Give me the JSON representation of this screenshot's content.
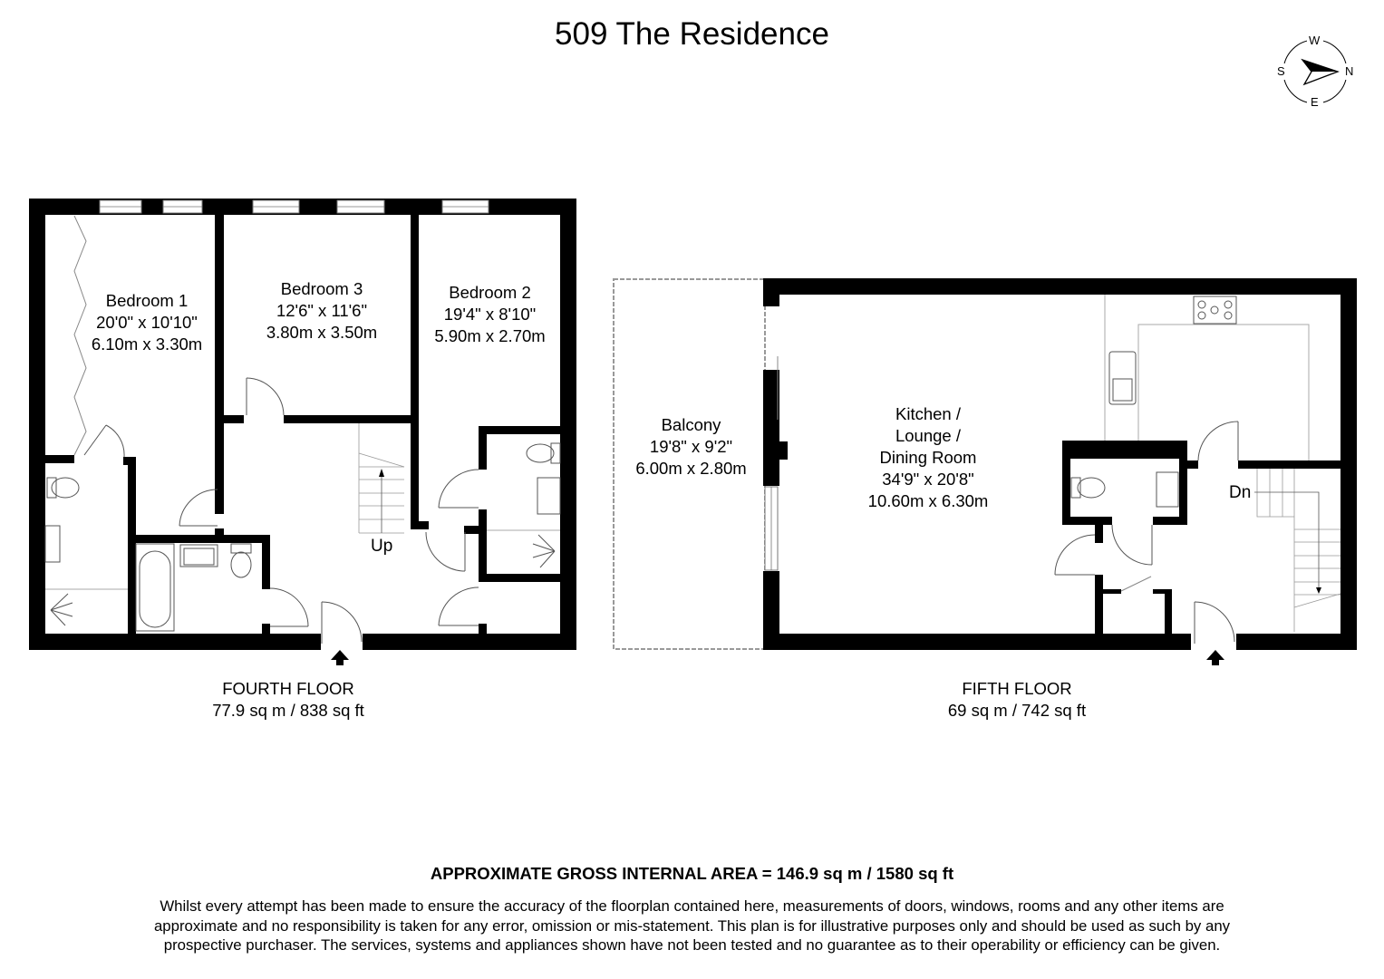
{
  "title": "509 The Residence",
  "compass": {
    "icon": "compass-icon",
    "labels": {
      "north": "N",
      "south": "S",
      "east": "E",
      "west": "W"
    }
  },
  "floors": [
    {
      "id": "fourth",
      "name": "FOURTH FLOOR",
      "area": "77.9 sq m / 838 sq ft",
      "stairs_label": "Up",
      "rooms": [
        {
          "name": "Bedroom 1",
          "imperial": "20'0\" x 10'10\"",
          "metric": "6.10m x 3.30m"
        },
        {
          "name": "Bedroom 3",
          "imperial": "12'6\" x 11'6\"",
          "metric": "3.80m x 3.50m"
        },
        {
          "name": "Bedroom 2",
          "imperial": "19'4\" x 8'10\"",
          "metric": "5.90m x 2.70m"
        }
      ]
    },
    {
      "id": "fifth",
      "name": "FIFTH FLOOR",
      "area": "69 sq m / 742 sq ft",
      "stairs_label": "Dn",
      "rooms": [
        {
          "name": "Balcony",
          "imperial": "19'8\" x 9'2\"",
          "metric": "6.00m x 2.80m"
        },
        {
          "name_lines": [
            "Kitchen /",
            "Lounge /",
            "Dining Room"
          ],
          "imperial": "34'9\" x 20'8\"",
          "metric": "10.60m x 6.30m"
        }
      ]
    }
  ],
  "gross_internal_area": "APPROXIMATE GROSS INTERNAL AREA = 146.9 sq m / 1580 sq ft",
  "disclaimer": [
    "Whilst every attempt has been made to ensure the accuracy of the floorplan contained here, measurements of doors, windows, rooms and any other items are",
    "approximate and no responsibility is taken for any error, omission or mis-statement. This plan is for illustrative purposes only and should be used as such by any",
    "prospective purchaser. The services, systems and appliances shown have not been tested and no guarantee as to their operability or efficiency can be given."
  ],
  "colors": {
    "wall": "#000000",
    "fixture_line": "#555555",
    "light_line": "#aaaaaa",
    "background": "#ffffff"
  }
}
